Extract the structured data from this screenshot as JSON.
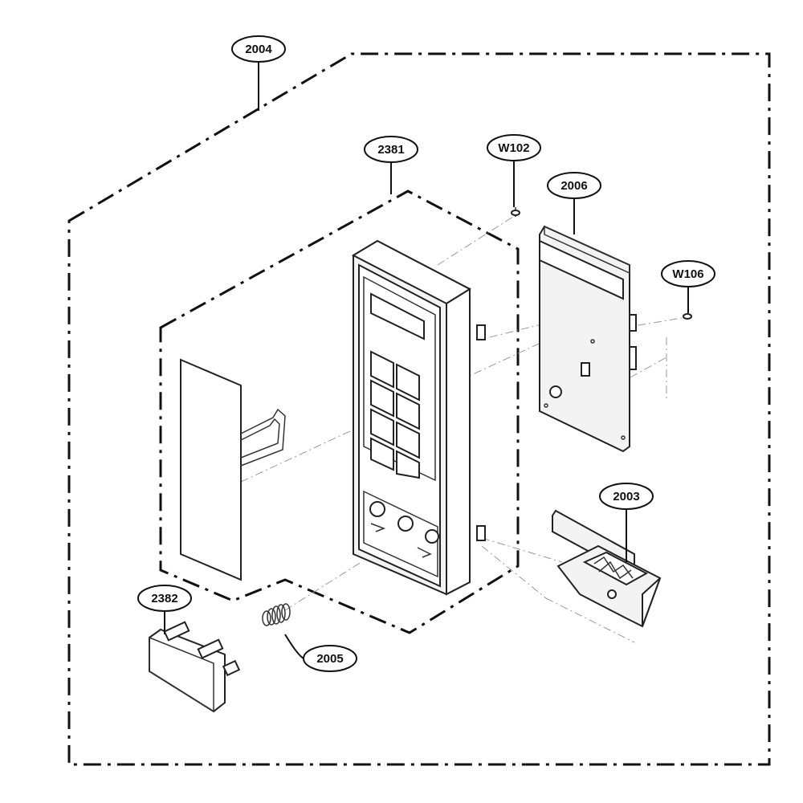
{
  "diagram": {
    "callouts": {
      "c2004": "2004",
      "c2381": "2381",
      "cW102": "W102",
      "c2006": "2006",
      "cW106": "W106",
      "c2003": "2003",
      "c2382": "2382",
      "c2005": "2005"
    }
  }
}
